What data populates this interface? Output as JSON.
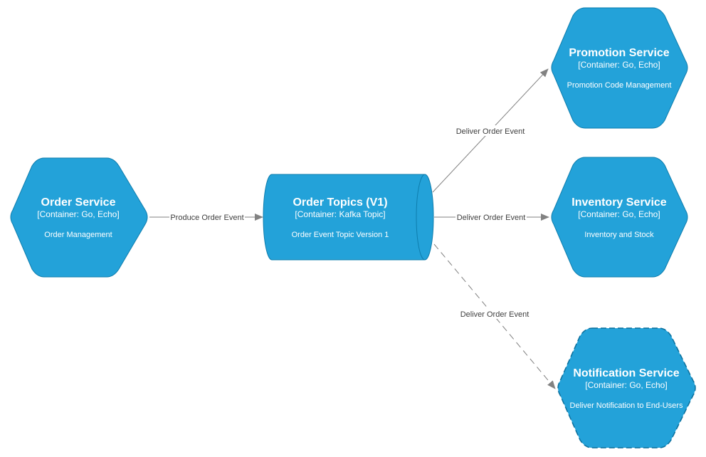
{
  "nodes": {
    "order_service": {
      "title": "Order Service",
      "tech": "[Container: Go, Echo]",
      "description": "Order Management"
    },
    "order_topics": {
      "title": "Order Topics (V1)",
      "tech": "[Container: Kafka Topic]",
      "description": "Order Event Topic Version 1"
    },
    "promotion_service": {
      "title": "Promotion Service",
      "tech": "[Container: Go, Echo]",
      "description": "Promotion Code Management"
    },
    "inventory_service": {
      "title": "Inventory Service",
      "tech": "[Container: Go, Echo]",
      "description": "Inventory and Stock"
    },
    "notification_service": {
      "title": "Notification Service",
      "tech": "[Container: Go, Echo]",
      "description": "Deliver Notification to End-Users"
    }
  },
  "edges": {
    "produce": {
      "label": "Produce Order Event"
    },
    "deliver_promotion": {
      "label": "Deliver Order Event"
    },
    "deliver_inventory": {
      "label": "Deliver Order Event"
    },
    "deliver_notification": {
      "label": "Deliver Order Event",
      "style": "dashed"
    }
  },
  "colors": {
    "node_fill": "#23a2d9",
    "node_stroke": "#0e7dad",
    "edge": "#828282",
    "text_on_node": "#ffffff",
    "edge_label": "#404040"
  }
}
